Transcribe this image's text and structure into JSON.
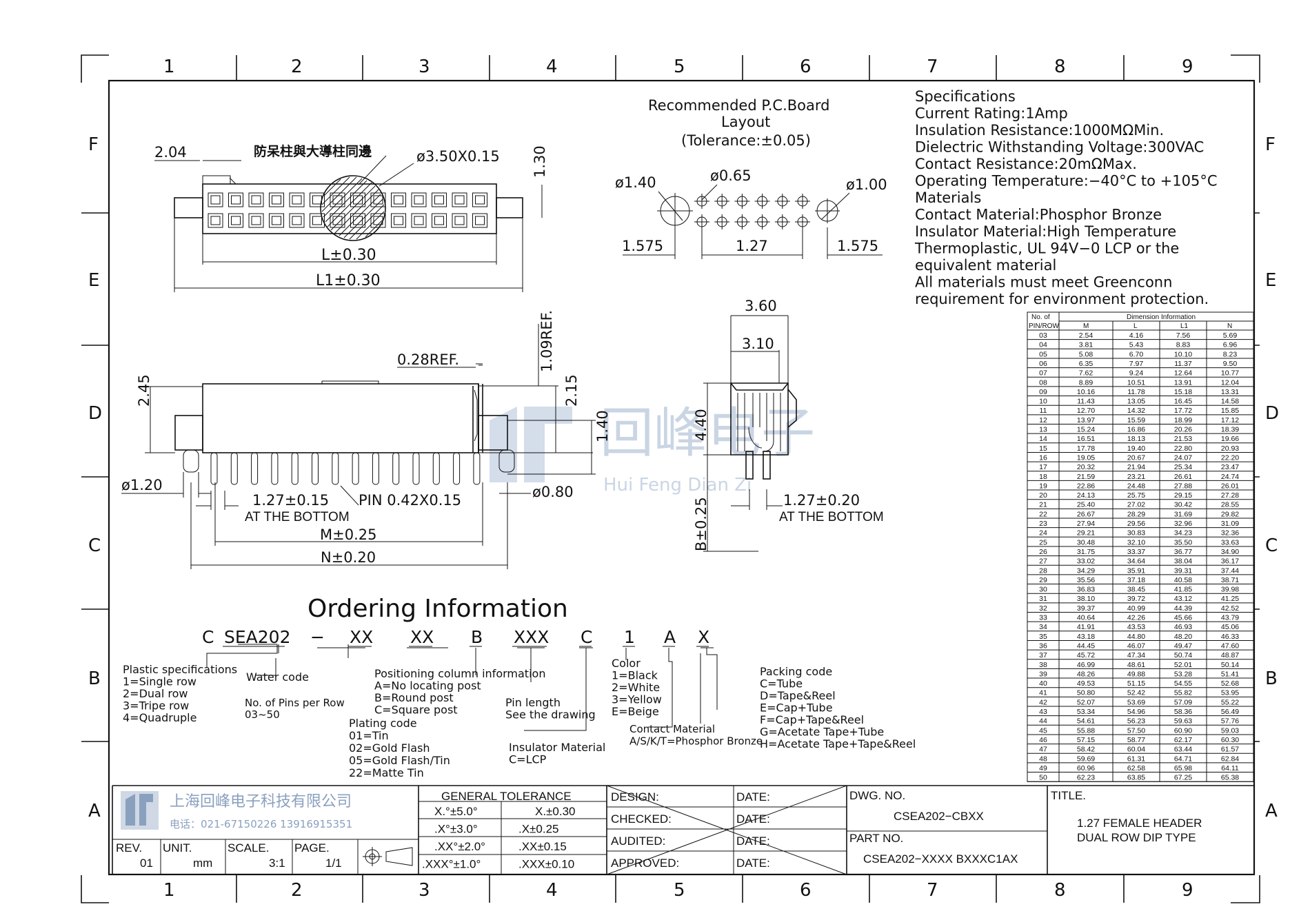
{
  "frame": {
    "columns": [
      "1",
      "2",
      "3",
      "4",
      "5",
      "6",
      "7",
      "8",
      "9"
    ],
    "rows": [
      "F",
      "E",
      "D",
      "C",
      "B",
      "A"
    ]
  },
  "top_view": {
    "chinese_note": "防呆柱與大導柱同邊",
    "dims": {
      "d204": "2.04",
      "hole": "ø3.50X0.15",
      "h130": "1.30",
      "L": "L±0.30",
      "L1": "L1±0.30"
    }
  },
  "pcb_layout": {
    "title1": "Recommended P.C.Board",
    "title2": "Layout",
    "tolerance": "(Tolerance:±0.05)",
    "d140": "ø1.40",
    "d065": "ø0.65",
    "d100": "ø1.00",
    "s1575a": "1.575",
    "s127": "1.27",
    "s1575b": "1.575"
  },
  "specs": {
    "lines": [
      "Specifications",
      "Current  Rating:1Amp",
      "Insulation  Resistance:1000MΩMin.",
      "Dielectric  Withstanding  Voltage:300VAC",
      "Contact  Resistance:20mΩMax.",
      "Operating  Temperature:−40°C  to  +105°C",
      "Materials",
      "Contact  Material:Phosphor  Bronze",
      "Insulator  Material:High  Temperature",
      "Thermoplastic,  UL  94V−0  LCP  or  the",
      "equivalent  material",
      "All  materials  must  meet  Greenconn",
      "requirement  for  environment  protection."
    ]
  },
  "front_view": {
    "d245": "2.45",
    "d109": "1.09REF.",
    "d028": "0.28REF.",
    "d215": "2.15",
    "d140": "1.40",
    "d120": "ø1.20",
    "pitch": "1.27±0.15",
    "at_bottom": "AT THE BOTTOM",
    "pin": "PIN  0.42X0.15",
    "d080": "ø0.80",
    "M": "M±0.25",
    "N": "N±0.20"
  },
  "side_view": {
    "d360": "3.60",
    "d310": "3.10",
    "d440": "4.40",
    "B": "B±0.25",
    "pitch": "1.27±0.20",
    "at_bottom": "AT THE BOTTOM"
  },
  "watermark": {
    "name": "回峰电子",
    "pinyin": "Hui Feng Dian Zi"
  },
  "dim_table": {
    "header_pin1": "No. of",
    "header_pin2": "PIN/ROW",
    "header_group": "Dimension  Information",
    "cols": [
      "M",
      "L",
      "L1",
      "N"
    ],
    "rows": [
      [
        "03",
        "2.54",
        "4.16",
        "7.56",
        "5.69"
      ],
      [
        "04",
        "3.81",
        "5.43",
        "8.83",
        "6.96"
      ],
      [
        "05",
        "5.08",
        "6.70",
        "10.10",
        "8.23"
      ],
      [
        "06",
        "6.35",
        "7.97",
        "11.37",
        "9.50"
      ],
      [
        "07",
        "7.62",
        "9.24",
        "12.64",
        "10.77"
      ],
      [
        "08",
        "8.89",
        "10.51",
        "13.91",
        "12.04"
      ],
      [
        "09",
        "10.16",
        "11.78",
        "15.18",
        "13.31"
      ],
      [
        "10",
        "11.43",
        "13.05",
        "16.45",
        "14.58"
      ],
      [
        "11",
        "12.70",
        "14.32",
        "17.72",
        "15.85"
      ],
      [
        "12",
        "13.97",
        "15.59",
        "18.99",
        "17.12"
      ],
      [
        "13",
        "15.24",
        "16.86",
        "20.26",
        "18.39"
      ],
      [
        "14",
        "16.51",
        "18.13",
        "21.53",
        "19.66"
      ],
      [
        "15",
        "17.78",
        "19.40",
        "22.80",
        "20.93"
      ],
      [
        "16",
        "19.05",
        "20.67",
        "24.07",
        "22.20"
      ],
      [
        "17",
        "20.32",
        "21.94",
        "25.34",
        "23.47"
      ],
      [
        "18",
        "21.59",
        "23.21",
        "26.61",
        "24.74"
      ],
      [
        "19",
        "22.86",
        "24.48",
        "27.88",
        "26.01"
      ],
      [
        "20",
        "24.13",
        "25.75",
        "29.15",
        "27.28"
      ],
      [
        "21",
        "25.40",
        "27.02",
        "30.42",
        "28.55"
      ],
      [
        "22",
        "26.67",
        "28.29",
        "31.69",
        "29.82"
      ],
      [
        "23",
        "27.94",
        "29.56",
        "32.96",
        "31.09"
      ],
      [
        "24",
        "29.21",
        "30.83",
        "34.23",
        "32.36"
      ],
      [
        "25",
        "30.48",
        "32.10",
        "35.50",
        "33.63"
      ],
      [
        "26",
        "31.75",
        "33.37",
        "36.77",
        "34.90"
      ],
      [
        "27",
        "33.02",
        "34.64",
        "38.04",
        "36.17"
      ],
      [
        "28",
        "34.29",
        "35.91",
        "39.31",
        "37.44"
      ],
      [
        "29",
        "35.56",
        "37.18",
        "40.58",
        "38.71"
      ],
      [
        "30",
        "36.83",
        "38.45",
        "41.85",
        "39.98"
      ],
      [
        "31",
        "38.10",
        "39.72",
        "43.12",
        "41.25"
      ],
      [
        "32",
        "39.37",
        "40.99",
        "44.39",
        "42.52"
      ],
      [
        "33",
        "40.64",
        "42.26",
        "45.66",
        "43.79"
      ],
      [
        "34",
        "41.91",
        "43.53",
        "46.93",
        "45.06"
      ],
      [
        "35",
        "43.18",
        "44.80",
        "48.20",
        "46.33"
      ],
      [
        "36",
        "44.45",
        "46.07",
        "49.47",
        "47.60"
      ],
      [
        "37",
        "45.72",
        "47.34",
        "50.74",
        "48.87"
      ],
      [
        "38",
        "46.99",
        "48.61",
        "52.01",
        "50.14"
      ],
      [
        "39",
        "48.26",
        "49.88",
        "53.28",
        "51.41"
      ],
      [
        "40",
        "49.53",
        "51.15",
        "54.55",
        "52.68"
      ],
      [
        "41",
        "50.80",
        "52.42",
        "55.82",
        "53.95"
      ],
      [
        "42",
        "52.07",
        "53.69",
        "57.09",
        "55.22"
      ],
      [
        "43",
        "53.34",
        "54.96",
        "58.36",
        "56.49"
      ],
      [
        "44",
        "54.61",
        "56.23",
        "59.63",
        "57.76"
      ],
      [
        "45",
        "55.88",
        "57.50",
        "60.90",
        "59.03"
      ],
      [
        "46",
        "57.15",
        "58.77",
        "62.17",
        "60.30"
      ],
      [
        "47",
        "58.42",
        "60.04",
        "63.44",
        "61.57"
      ],
      [
        "48",
        "59.69",
        "61.31",
        "64.71",
        "62.84"
      ],
      [
        "49",
        "60.96",
        "62.58",
        "65.98",
        "64.11"
      ],
      [
        "50",
        "62.23",
        "63.85",
        "67.25",
        "65.38"
      ]
    ]
  },
  "ordering": {
    "title": "Ordering  Information",
    "code": [
      "C",
      "SEA202",
      "−",
      "XX",
      "XX",
      "B",
      "XXX",
      "C",
      "1",
      "A",
      "X"
    ],
    "plastic": [
      "Plastic  specifications",
      "1=Single  row",
      "2=Dual  row",
      "3=Tripe  row",
      "4=Quadruple"
    ],
    "water": "Water  code",
    "pins": [
      "No. of Pins per Row",
      "03~50"
    ],
    "plating": [
      "Plating  code",
      "01=Tin",
      "02=Gold  Flash",
      "05=Gold  Flash/Tin",
      "22=Matte  Tin"
    ],
    "positioning": [
      "Positioning  column  information",
      "A=No  locating  post",
      "B=Round  post",
      "C=Square  post"
    ],
    "pinlen": [
      "Pin  length",
      "See  the  drawing"
    ],
    "insulator": [
      "Insulator  Material",
      "C=LCP"
    ],
    "color": [
      "Color",
      "1=Black",
      "2=White",
      "3=Yellow",
      "E=Beige"
    ],
    "contact": [
      "Contact  Material",
      "A/S/K/T=Phosphor  Bronze"
    ],
    "packing": [
      "Packing  code",
      "C=Tube",
      "D=Tape&Reel",
      "E=Cap+Tube",
      "F=Cap+Tape&Reel",
      "G=Acetate  Tape+Tube",
      "H=Acetate  Tape+Tape&Reel"
    ]
  },
  "title_block": {
    "company": "上海回峰电子科技有限公司",
    "phone": "电话：021-67150226  13916915351",
    "rev_label": "REV.",
    "rev": "01",
    "unit_label": "UNIT.",
    "unit": "mm",
    "scale_label": "SCALE.",
    "scale": "3:1",
    "page_label": "PAGE.",
    "page": "1/1",
    "gen_tol": "GENERAL  TOLERANCE",
    "tol_angle": [
      "X.°±5.0°",
      ".X°±3.0°",
      ".XX°±2.0°",
      ".XXX°±1.0°"
    ],
    "tol_lin": [
      "X.±0.30",
      ".X±0.25",
      ".XX±0.15",
      ".XXX±0.10"
    ],
    "roles": [
      "DESIGN:",
      "CHECKED:",
      "AUDITED:",
      "APPROVED:"
    ],
    "date": "DATE:",
    "dwg_label": "DWG.  NO.",
    "dwg_no": "CSEA202−CBXX",
    "part_label": "PART  NO.",
    "part_no": "CSEA202−XXXX  BXXXC1AX",
    "title_label": "TITLE.",
    "title1": "1.27  FEMALE  HEADER",
    "title2": "DUAL  ROW  DIP  TYPE"
  }
}
